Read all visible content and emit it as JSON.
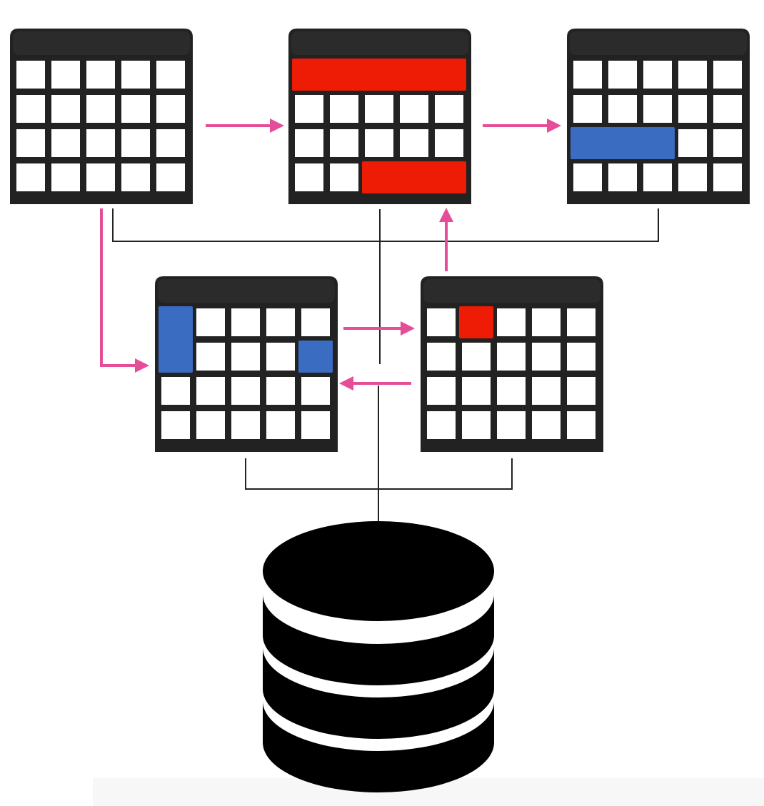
{
  "diagram": {
    "kind": "tables-linked-to-database",
    "colors": {
      "table_frame": "#222222",
      "table_header": "#2b2b2b",
      "cell": "#ffffff",
      "highlight_red": "#ee1b05",
      "highlight_blue": "#3a6cc1",
      "flow_arrow": "#e64d98",
      "connector": "#222222",
      "database": "#000000"
    },
    "tables": [
      {
        "id": "table-1",
        "grid": {
          "rows": 4,
          "cols": 5
        },
        "highlights": []
      },
      {
        "id": "table-2",
        "grid": {
          "rows": 4,
          "cols": 5
        },
        "highlights": [
          {
            "color": "red",
            "row": 1,
            "col": 1,
            "rowspan": 1,
            "colspan": 5
          },
          {
            "color": "red",
            "row": 4,
            "col": 3,
            "rowspan": 1,
            "colspan": 3
          }
        ]
      },
      {
        "id": "table-3",
        "grid": {
          "rows": 4,
          "cols": 5
        },
        "highlights": [
          {
            "color": "blue",
            "row": 3,
            "col": 1,
            "rowspan": 1,
            "colspan": 3
          }
        ]
      },
      {
        "id": "table-4",
        "grid": {
          "rows": 4,
          "cols": 5
        },
        "highlights": [
          {
            "color": "blue",
            "row": 1,
            "col": 1,
            "rowspan": 2,
            "colspan": 1
          },
          {
            "color": "blue",
            "row": 2,
            "col": 5,
            "rowspan": 1,
            "colspan": 1
          }
        ]
      },
      {
        "id": "table-5",
        "grid": {
          "rows": 4,
          "cols": 5
        },
        "highlights": [
          {
            "color": "red",
            "row": 1,
            "col": 2,
            "rowspan": 1,
            "colspan": 1
          }
        ]
      }
    ],
    "flows": [
      {
        "from": "table-1",
        "to": "table-2"
      },
      {
        "from": "table-2",
        "to": "table-3"
      },
      {
        "from": "table-1",
        "to": "table-4"
      },
      {
        "from": "table-4",
        "to": "table-5"
      },
      {
        "from": "table-5",
        "to": "table-4"
      },
      {
        "from": "table-5",
        "to": "table-2"
      }
    ],
    "database": {
      "icon": "database-icon",
      "disk_count": 3
    }
  }
}
